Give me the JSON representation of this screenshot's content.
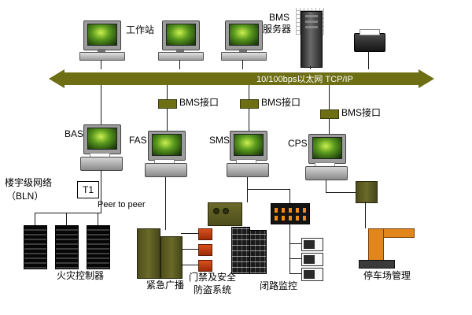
{
  "top": {
    "workstation": "工作站",
    "server_line1": "BMS",
    "server_line2": "服务器"
  },
  "bus": {
    "label": "10/100bps以太网  TCP/IP"
  },
  "interface_label": "BMS接口",
  "systems": {
    "bas": "BAS",
    "fas": "FAS",
    "sms": "SMS",
    "cps": "CPS"
  },
  "left": {
    "bln_line1": "楼宇级网络",
    "bln_line2": "（BLN）",
    "t1": "T1",
    "peer": "Peer to peer"
  },
  "bottom": {
    "fire": "火灾控制器",
    "broadcast": "紧急广播",
    "access_line1": "门禁及安全",
    "access_line2": "防盗系统",
    "cctv": "闭路监控",
    "parking": "停车场管理"
  },
  "colors": {
    "bus_olive": "#6e6e15",
    "barrier_orange": "#e0861c",
    "alarm_red": "#c83c10",
    "screen_green": "#cdf04f"
  }
}
